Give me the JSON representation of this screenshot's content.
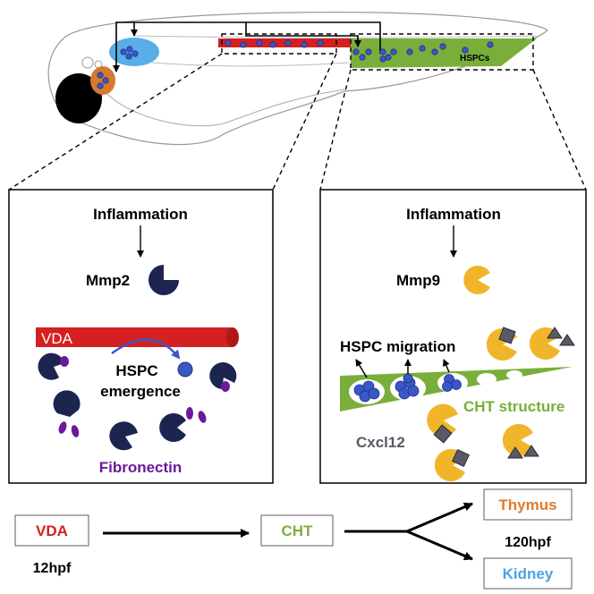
{
  "embryo": {
    "hspc_label": "HSPCs"
  },
  "left_panel": {
    "inflammation": "Inflammation",
    "mmp": "Mmp2",
    "vda": "VDA",
    "hspc_line1": "HSPC",
    "hspc_line2": "emergence",
    "fibronectin": "Fibronectin"
  },
  "right_panel": {
    "inflammation": "Inflammation",
    "mmp": "Mmp9",
    "migration": "HSPC migration",
    "cht_structure": "CHT structure",
    "cxcl12": "Cxcl12"
  },
  "timeline": {
    "vda": "VDA",
    "vda_time": "12hpf",
    "cht": "CHT",
    "thymus": "Thymus",
    "time_120": "120hpf",
    "kidney": "Kidney"
  },
  "colors": {
    "vda_red": "#d42020",
    "cht_green": "#7aae3a",
    "hspc_blue": "#3a57c8",
    "mmp2_navy": "#1c2450",
    "mmp9_yellow": "#f1b52a",
    "fibronectin_purple": "#6a1a9a",
    "thymus_orange": "#e07b2a",
    "kidney_blue": "#4aa3e6",
    "cxcl12_grey": "#5a5a66"
  }
}
